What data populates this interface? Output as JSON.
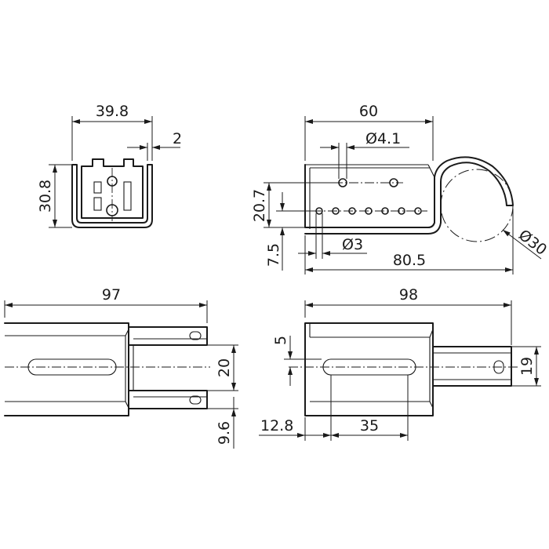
{
  "views": {
    "front": {
      "width": "39.8",
      "height": "30.8",
      "wall": "2"
    },
    "side": {
      "length": "60",
      "hole_upper_dia": "Ø4.1",
      "hole_row_height": "20.7",
      "hole_row_offset": "7.5",
      "hole_lower_dia": "Ø3",
      "total_length": "80.5",
      "hook_dia": "Ø30"
    },
    "top_left": {
      "length": "97",
      "fork_gap": "20",
      "fork_offset": "9.6"
    },
    "top_right": {
      "length": "98",
      "slot_offset": "5",
      "tongue_width": "19",
      "slot_start": "12.8",
      "slot_length": "35"
    }
  }
}
